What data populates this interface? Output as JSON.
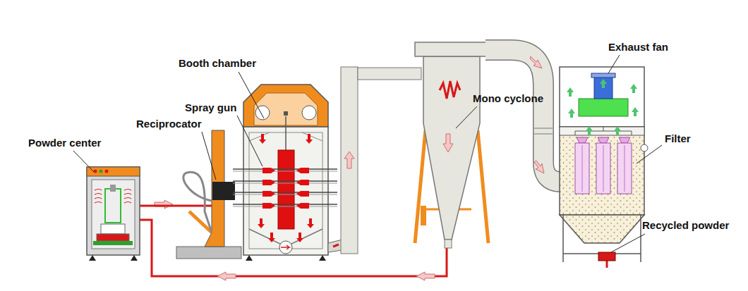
{
  "diagram": {
    "labels": [
      "Booth chamber",
      "Spray gun",
      "Reciprocator",
      "Powder center",
      "Mono cyclone",
      "Exhaust fan",
      "Filter",
      "Recycled powder"
    ]
  }
}
